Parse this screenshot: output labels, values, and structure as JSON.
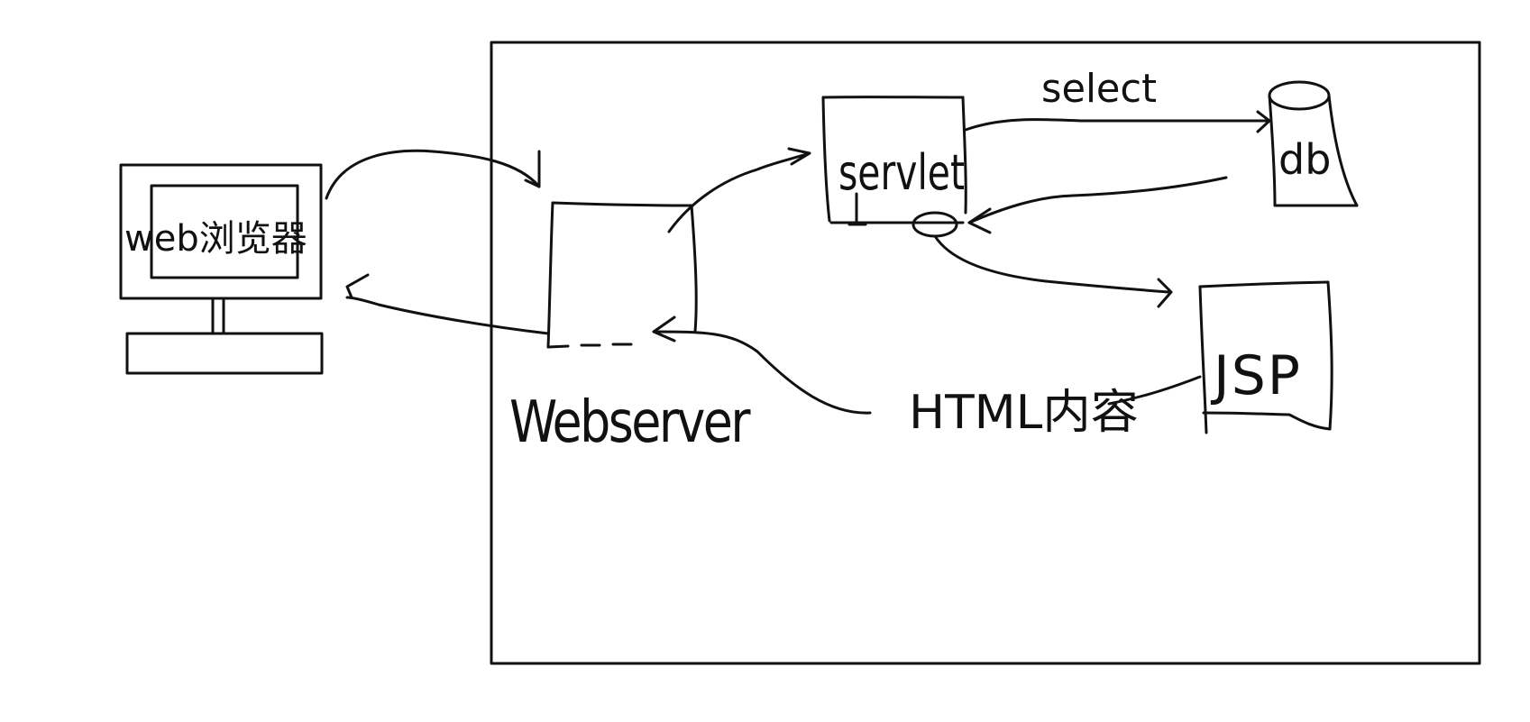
{
  "diagram": {
    "browser_label": "web浏览器",
    "webserver_label": "Webserver",
    "servlet_label": "servlet",
    "db_label": "db",
    "jsp_label": "JSP",
    "select_label": "select",
    "html_label": "HTML内容"
  }
}
